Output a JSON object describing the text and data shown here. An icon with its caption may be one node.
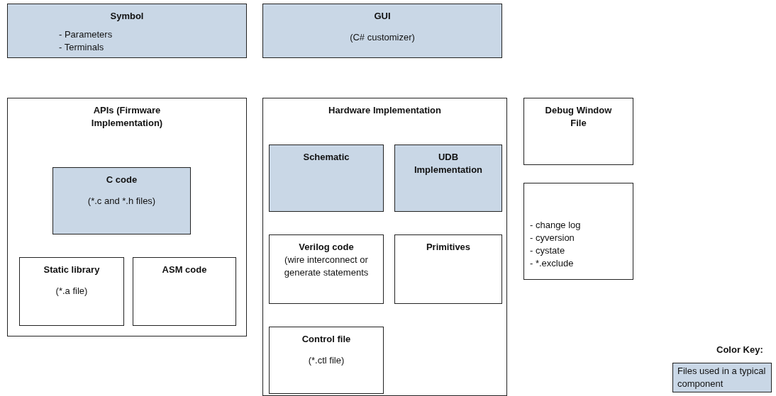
{
  "diagram": {
    "nodes": [
      {
        "text": [
          "Symbol",
          "- Parameters",
          "- Terminals"
        ]
      },
      {
        "text": [
          "GUI",
          "(C# customizer)"
        ]
      },
      {
        "text": [
          "APIs (Firmware Implementation)"
        ]
      },
      {
        "text": [
          "C code",
          "(*.c and *.h files)"
        ],
        "in": 2
      },
      {
        "text": [
          "Static library",
          "(*.a file)"
        ],
        "in": 2
      },
      {
        "text": [
          "ASM code"
        ],
        "in": 2
      },
      {
        "text": [
          "Hardware Implementation"
        ]
      },
      {
        "text": [
          "Schematic"
        ],
        "in": 6
      },
      {
        "text": [
          "UDB Implementation"
        ],
        "in": 6
      },
      {
        "text": [
          "Verilog code",
          "(wire interconnect or generate statements"
        ],
        "in": 6
      },
      {
        "text": [
          "Primitives"
        ],
        "in": 6
      },
      {
        "text": [
          "Control file",
          "(*.ctl file)"
        ],
        "in": 6
      },
      {
        "text": [
          "Debug Window File"
        ]
      },
      {
        "text": [
          "- change log",
          "- cyversion",
          "- cystate",
          "- *.exclude"
        ]
      }
    ],
    "edges": [],
    "labels": [
      "Color Key:"
    ],
    "legend": [
      {
        "text": "Files used in a typical component",
        "color": "#c9d7e6"
      }
    ]
  }
}
